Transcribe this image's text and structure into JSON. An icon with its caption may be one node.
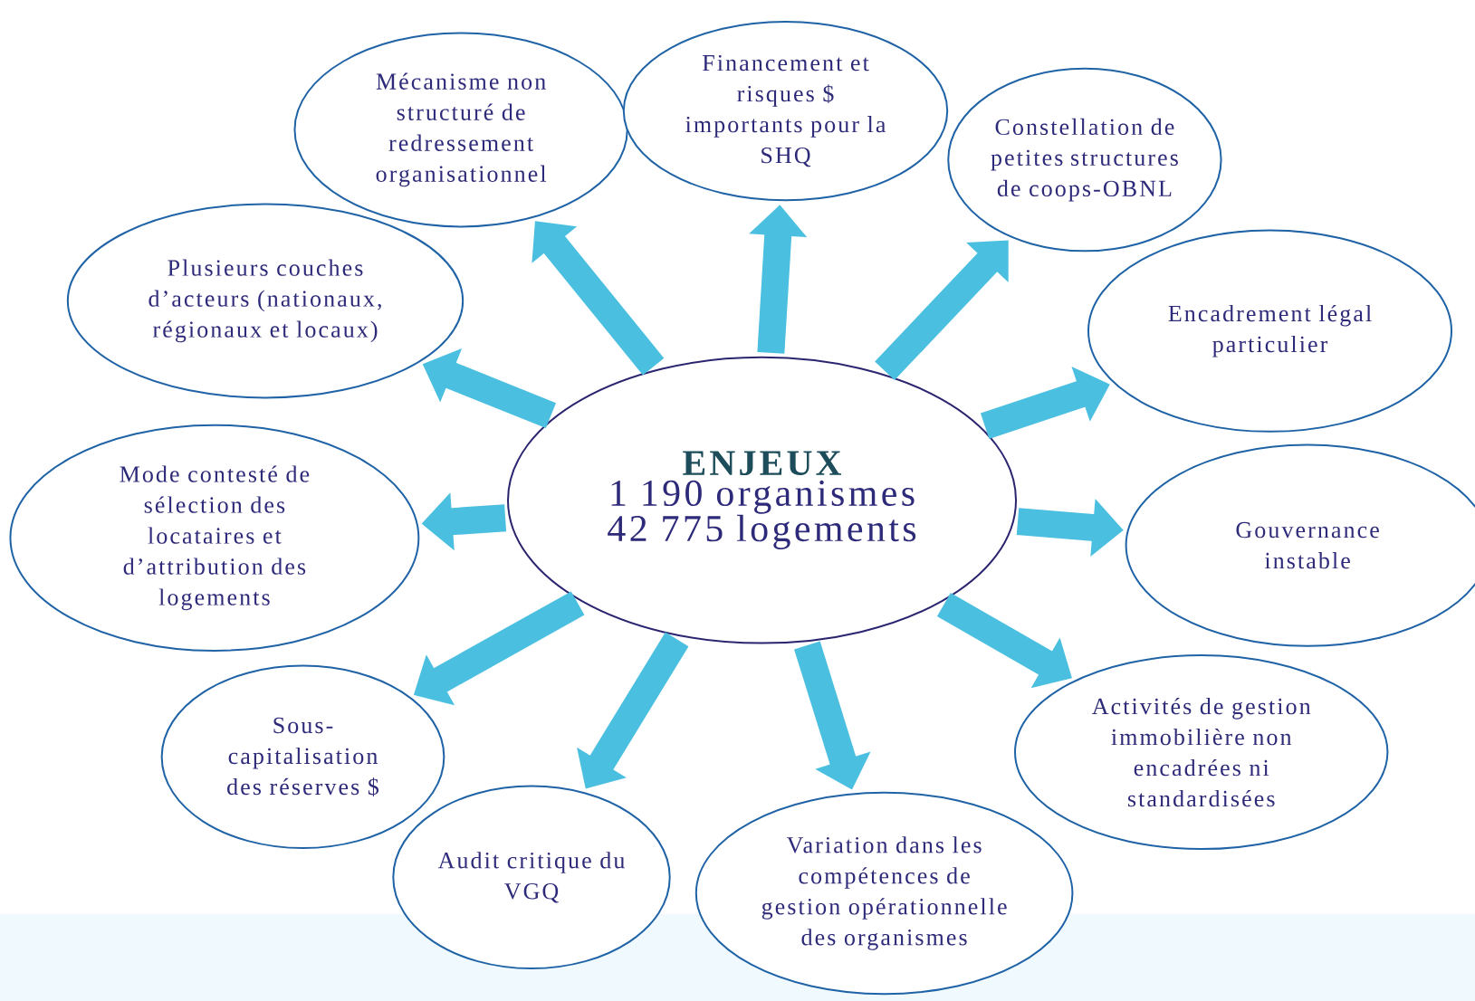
{
  "diagram": {
    "nodes": [
      {
        "text": [
          "ENJEUX",
          "1 190 organismes",
          "42 775 logements"
        ]
      },
      {
        "text": [
          "Mécanisme non structuré de redressement organisationnel"
        ]
      },
      {
        "text": [
          "Financement et risques $ importants pour la SHQ"
        ]
      },
      {
        "text": [
          "Constellation de petites structures de coops-OBNL"
        ]
      },
      {
        "text": [
          "Encadrement légal particulier"
        ]
      },
      {
        "text": [
          "Gouvernance instable"
        ]
      },
      {
        "text": [
          "Activités de gestion immobilière non encadrées ni standardisées"
        ]
      },
      {
        "text": [
          "Variation dans les compétences de gestion opérationnelle des organismes"
        ]
      },
      {
        "text": [
          "Audit critique du VGQ"
        ]
      },
      {
        "text": [
          "Sous-capitalisation des réserves $"
        ]
      },
      {
        "text": [
          "Mode contesté de sélection des locataires et d’attribution des logements"
        ]
      },
      {
        "text": [
          "Plusieurs couches d’acteurs (nationaux, régionaux et locaux)"
        ]
      }
    ],
    "edges": [
      {
        "from": 0,
        "to": 1,
        "arrow": "to"
      },
      {
        "from": 0,
        "to": 2,
        "arrow": "to"
      },
      {
        "from": 0,
        "to": 3,
        "arrow": "to"
      },
      {
        "from": 0,
        "to": 4,
        "arrow": "to"
      },
      {
        "from": 0,
        "to": 5,
        "arrow": "to"
      },
      {
        "from": 0,
        "to": 6,
        "arrow": "to"
      },
      {
        "from": 0,
        "to": 7,
        "arrow": "to"
      },
      {
        "from": 0,
        "to": 8,
        "arrow": "to"
      },
      {
        "from": 0,
        "to": 9,
        "arrow": "to"
      },
      {
        "from": 0,
        "to": 10,
        "arrow": "to"
      },
      {
        "from": 0,
        "to": 11,
        "arrow": "to"
      }
    ]
  }
}
